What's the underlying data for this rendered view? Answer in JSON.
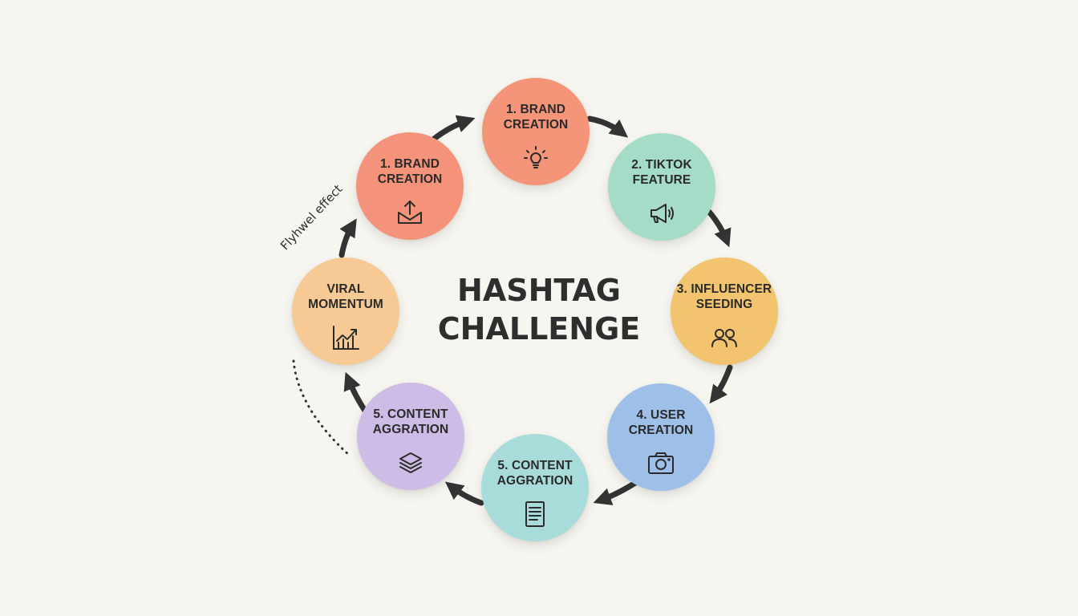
{
  "diagram": {
    "title_line1": "HASHTAG",
    "title_line2": "CHALLENGE",
    "side_label": "Flyhwel effect",
    "nodes": [
      {
        "id": "top",
        "label": "1. BRAND\nCREATION",
        "color": "#f4957a",
        "icon": "lightbulb-icon"
      },
      {
        "id": "top-right",
        "label": "2. TIKTOK\nFEATURE",
        "color": "#a4dcc7",
        "icon": "megaphone-icon"
      },
      {
        "id": "right",
        "label": "3. INFLUENCER\nSEEDING",
        "color": "#f2c46f",
        "icon": "people-icon"
      },
      {
        "id": "bottom-right",
        "label": "4. USER\nCREATION",
        "color": "#9dbfe8",
        "icon": "camera-icon"
      },
      {
        "id": "bottom",
        "label": "5. CONTENT\nAGGRATION",
        "color": "#a8dcdb",
        "icon": "document-icon"
      },
      {
        "id": "bottom-left",
        "label": "5. CONTENT\nAGGRATION",
        "color": "#cdbde6",
        "icon": "layers-icon"
      },
      {
        "id": "left",
        "label": "VIRAL\nMOMENTUM",
        "color": "#f6c995",
        "icon": "growth-chart-icon"
      },
      {
        "id": "top-left",
        "label": "1. BRAND\nCREATION",
        "color": "#f4927a",
        "icon": "upload-icon"
      }
    ]
  }
}
